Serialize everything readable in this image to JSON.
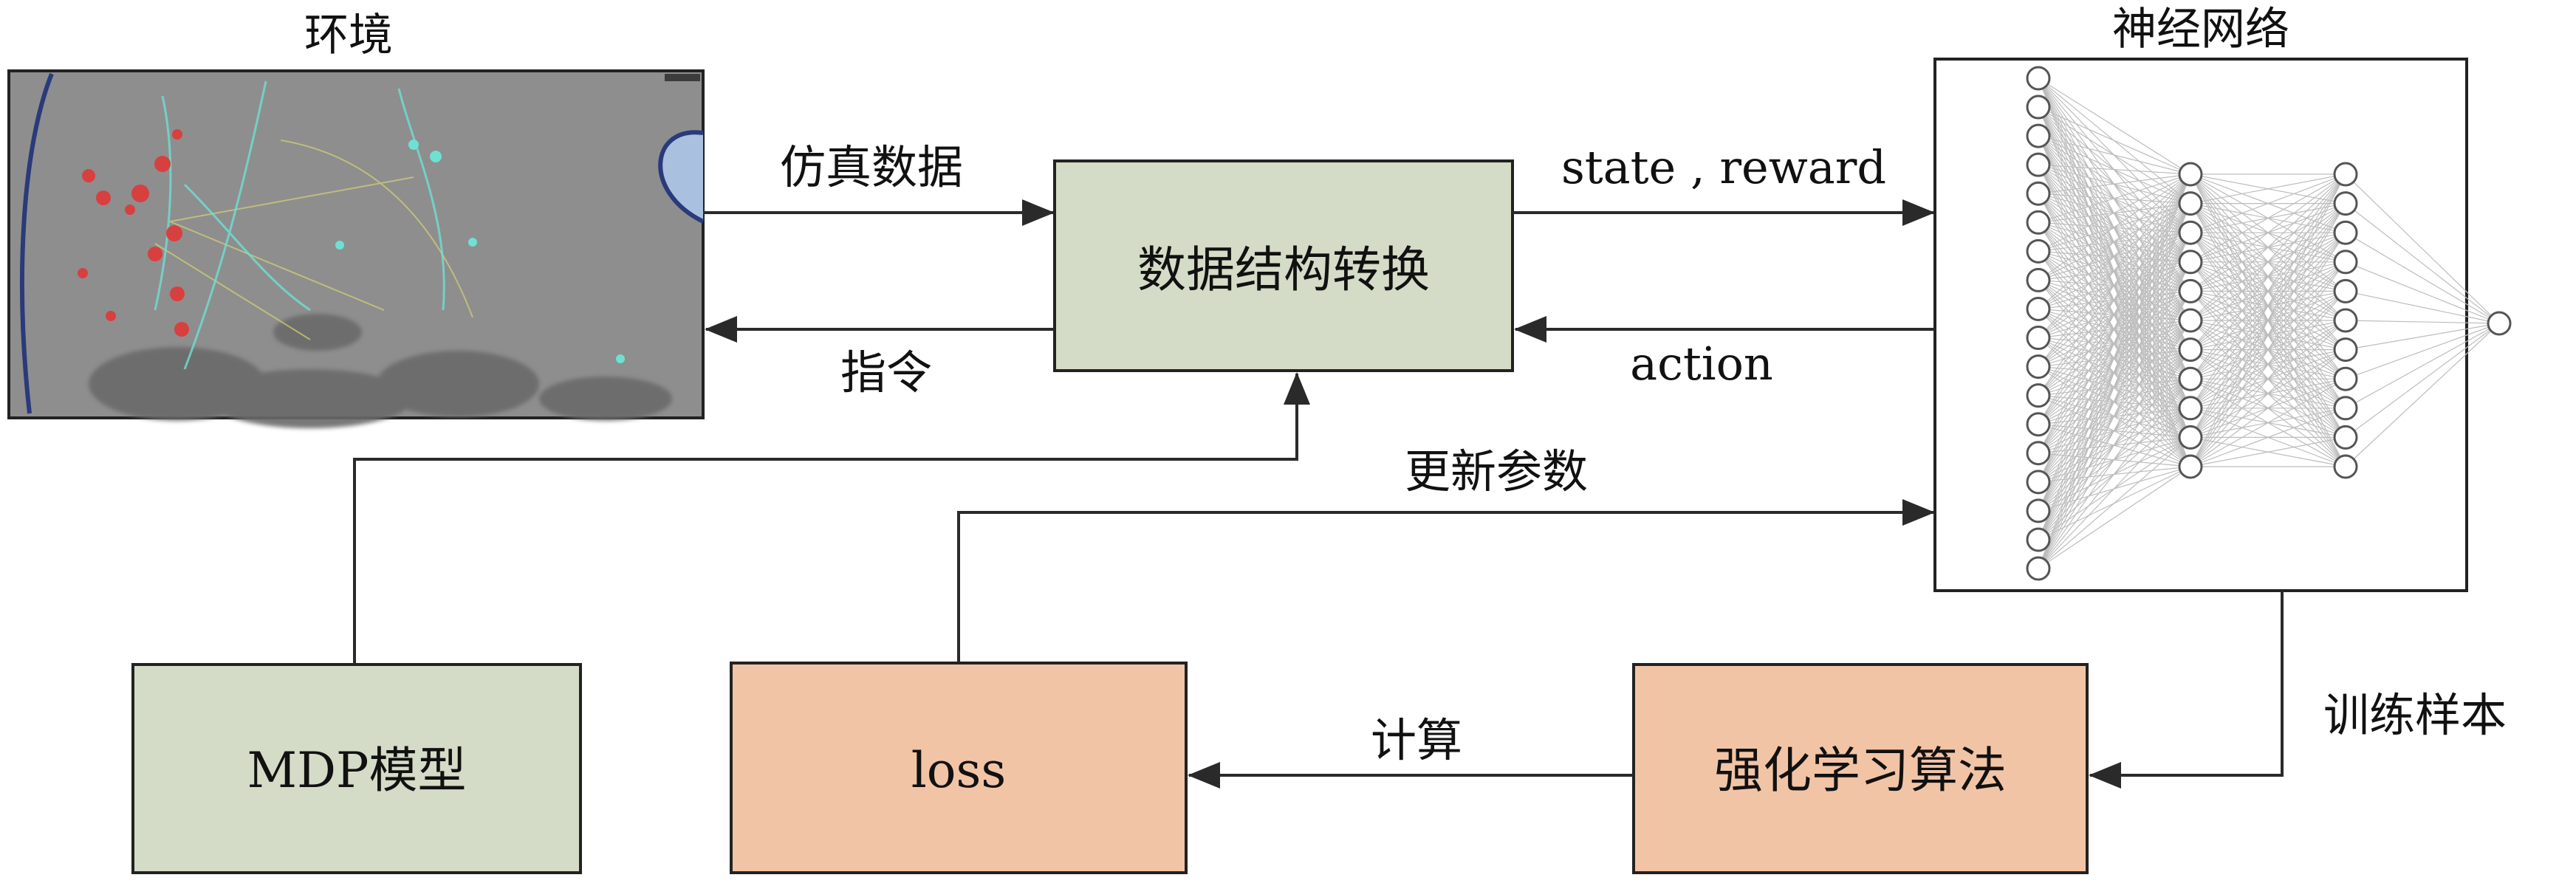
{
  "labels": {
    "environment": "环境",
    "neural_network": "神经网络",
    "sim_data": "仿真数据",
    "command": "指令",
    "state_reward": "state , reward",
    "action": "action",
    "update_params": "更新参数",
    "train_samples": "训练样本",
    "compute": "计算"
  },
  "boxes": {
    "transform": "数据结构转换",
    "mdp": "MDP模型",
    "loss": "loss",
    "rl_algorithm": "强化学习算法"
  },
  "network": {
    "layers": [
      18,
      11,
      11,
      1
    ]
  },
  "colors": {
    "green_box": "#d4dbc6",
    "orange_box": "#f2c4a6",
    "line": "#2a2a2a",
    "env_bg": "#8f8f8f",
    "red_dot": "#d7403f",
    "cyan_dot": "#5fd0c8"
  }
}
